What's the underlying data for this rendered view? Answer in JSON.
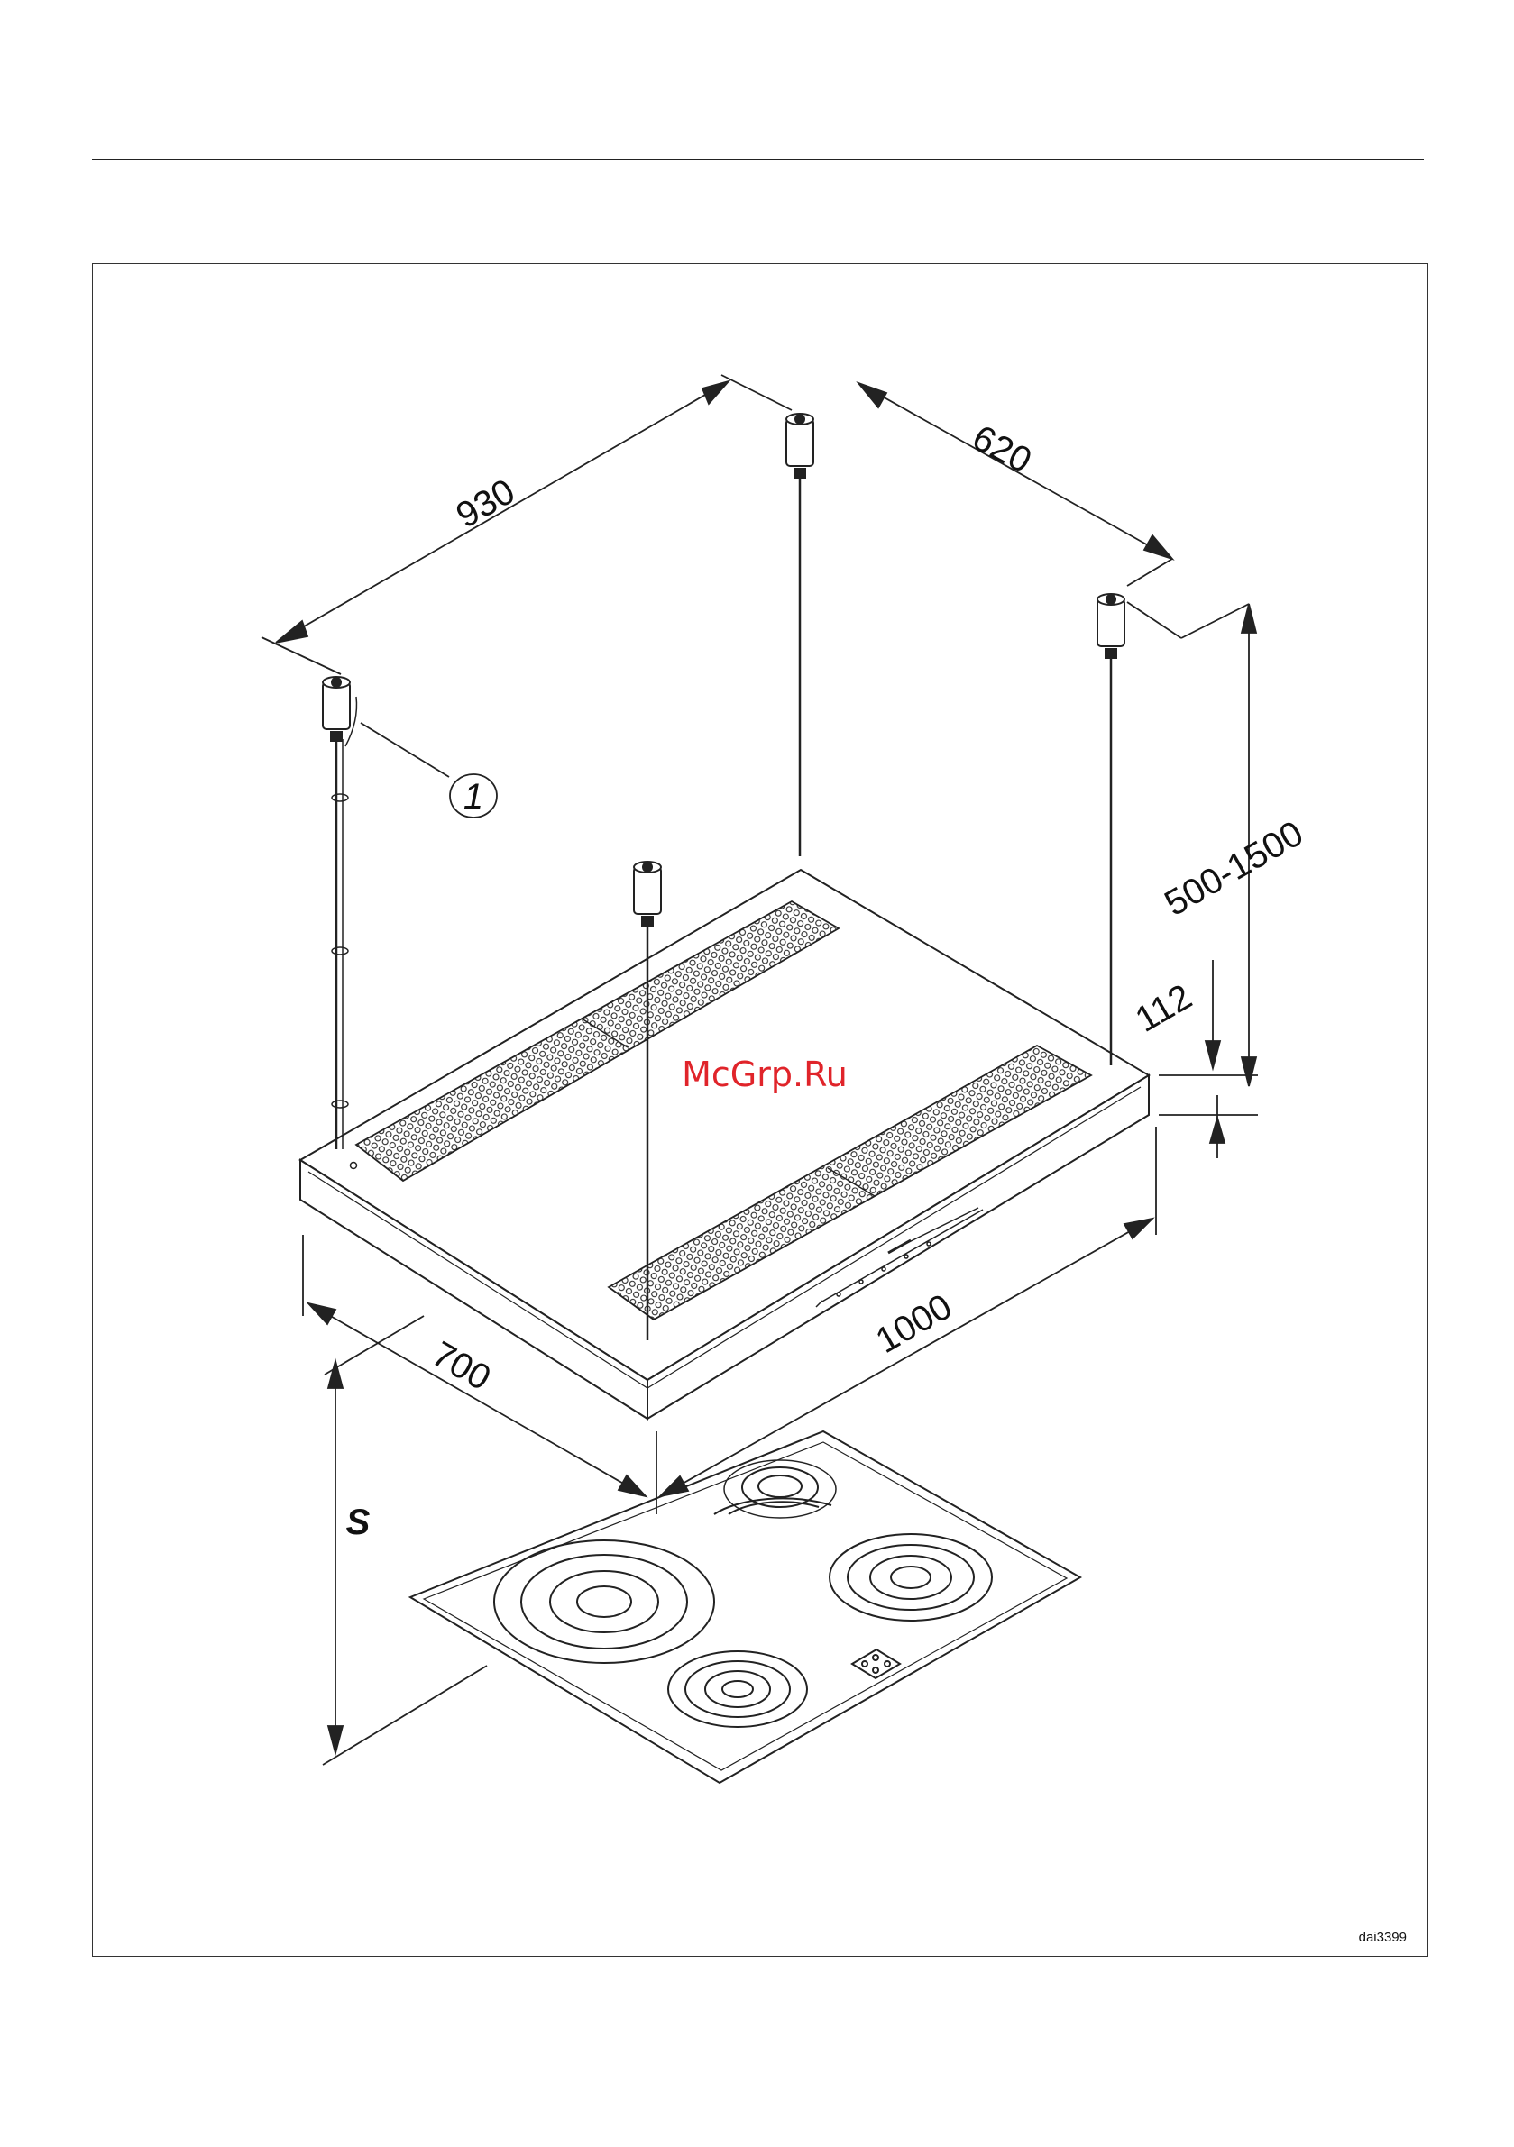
{
  "diagram": {
    "dimensions": {
      "rod_spacing_long": "930",
      "rod_spacing_short": "620",
      "suspension_length": "500-1500",
      "hood_height": "112",
      "hood_depth": "700",
      "hood_width": "1000",
      "distance_to_hob": "S"
    },
    "callout": "1",
    "watermark": "McGrp.Ru",
    "drawing_code": "dai3399"
  },
  "colors": {
    "line": "#222222",
    "watermark": "#e0242a",
    "background": "#ffffff"
  }
}
